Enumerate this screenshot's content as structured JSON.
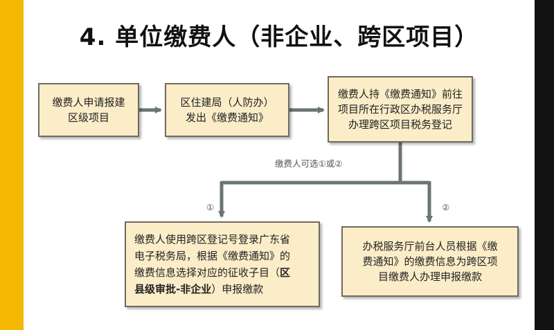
{
  "title": "4. 单位缴费人（非企业、跨区项目）",
  "colors": {
    "background": "#f5b800",
    "panel": "#ffffff",
    "box_fill": "#fbedc8",
    "box_border": "#6f6a5f",
    "arrow": "#6b7575"
  },
  "steps": [
    {
      "text": "缴费人申请报建\n区级项目"
    },
    {
      "text": "区住建局（人防办）\n发出《缴费通知》"
    },
    {
      "text": "缴费人持《缴费通知》前往\n项目所在行政区办税服务厅\n办理跨区项目税务登记"
    }
  ],
  "choice_label": "缴费人可选①或②",
  "options": [
    {
      "marker": "①",
      "text_pre": "缴费人使用跨区登记号登录广东省\n电子税务局，根据《缴费通知》的\n缴费信息选择对应的征收子目（",
      "text_bold": "区\n县级审批-非企业",
      "text_post": "）申报缴款"
    },
    {
      "marker": "②",
      "text": "办税服务厅前台人员根据《缴\n费通知》的缴费信息为跨区项\n目缴费人办理申报缴款"
    }
  ]
}
